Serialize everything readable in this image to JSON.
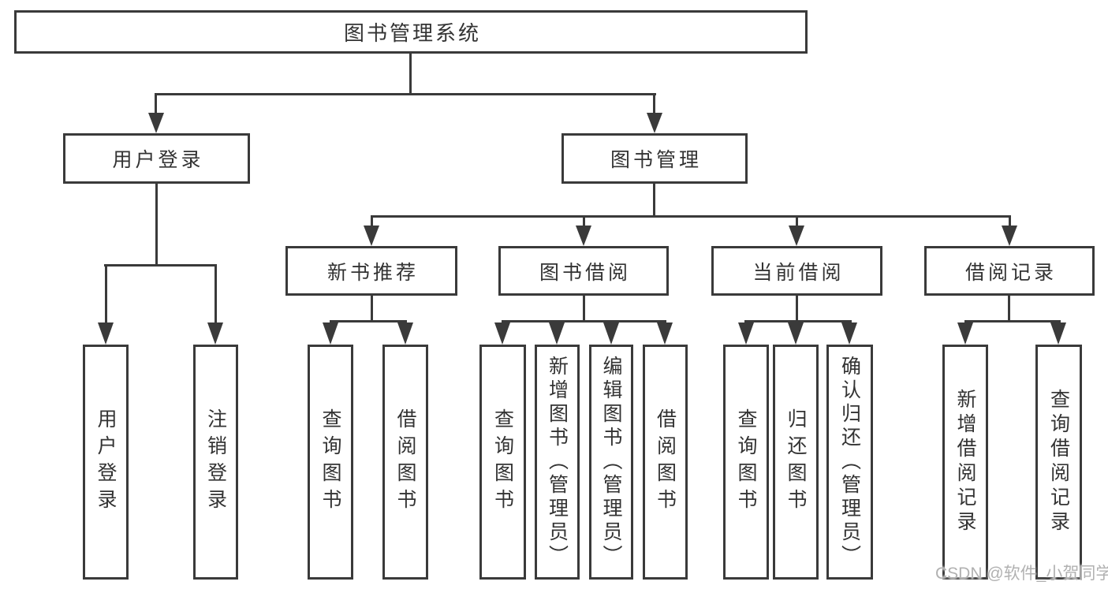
{
  "diagram": {
    "root": {
      "label": "图书管理系统"
    },
    "level1": [
      {
        "label": "用户登录"
      },
      {
        "label": "图书管理"
      }
    ],
    "level2": [
      {
        "label": "新书推荐"
      },
      {
        "label": "图书借阅"
      },
      {
        "label": "当前借阅"
      },
      {
        "label": "借阅记录"
      }
    ],
    "leaf_groups": [
      {
        "parent": "用户登录",
        "items": [
          {
            "label": "用户登录"
          },
          {
            "label": "注销登录"
          }
        ]
      },
      {
        "parent": "新书推荐",
        "items": [
          {
            "label": "查询图书"
          },
          {
            "label": "借阅图书"
          }
        ]
      },
      {
        "parent": "图书借阅",
        "items": [
          {
            "label": "查询图书"
          },
          {
            "label": "新增图书（管理员）"
          },
          {
            "label": "编辑图书（管理员）"
          },
          {
            "label": "借阅图书"
          }
        ]
      },
      {
        "parent": "当前借阅",
        "items": [
          {
            "label": "查询图书"
          },
          {
            "label": "归还图书"
          },
          {
            "label": "确认归还（管理员）"
          }
        ]
      },
      {
        "parent": "借阅记录",
        "items": [
          {
            "label": "新增借阅记录"
          },
          {
            "label": "查询借阅记录"
          }
        ]
      }
    ]
  },
  "watermark": {
    "text": "CSDN @软件_小贺同学"
  },
  "colors": {
    "line": "#3a3a3a",
    "text": "#333333",
    "watermark": "#b1b1b1",
    "background": "#ffffff"
  }
}
